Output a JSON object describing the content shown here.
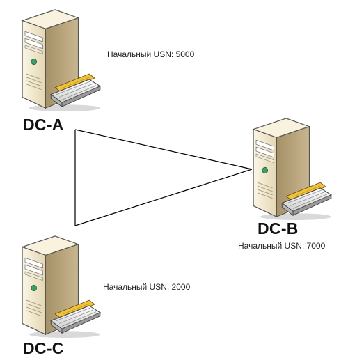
{
  "nodes": {
    "a": {
      "name": "DC-A",
      "usn_text": "Начальный USN: 5000"
    },
    "b": {
      "name": "DC-B",
      "usn_text": "Начальный USN: 7000"
    },
    "c": {
      "name": "DC-C",
      "usn_text": "Начальный USN: 2000"
    }
  },
  "edges": [
    {
      "from": "DC-A",
      "to": "DC-B"
    },
    {
      "from": "DC-B",
      "to": "DC-C"
    },
    {
      "from": "DC-C",
      "to": "DC-A"
    }
  ],
  "icons": {
    "server": "tower-server-icon"
  },
  "colors": {
    "tower_front": "#efe6cc",
    "tower_side": "#b5a37d",
    "tower_top": "#f8f2df",
    "drive": "#f0c23a",
    "keyboard": "#e8e8e8",
    "line": "#000000"
  }
}
